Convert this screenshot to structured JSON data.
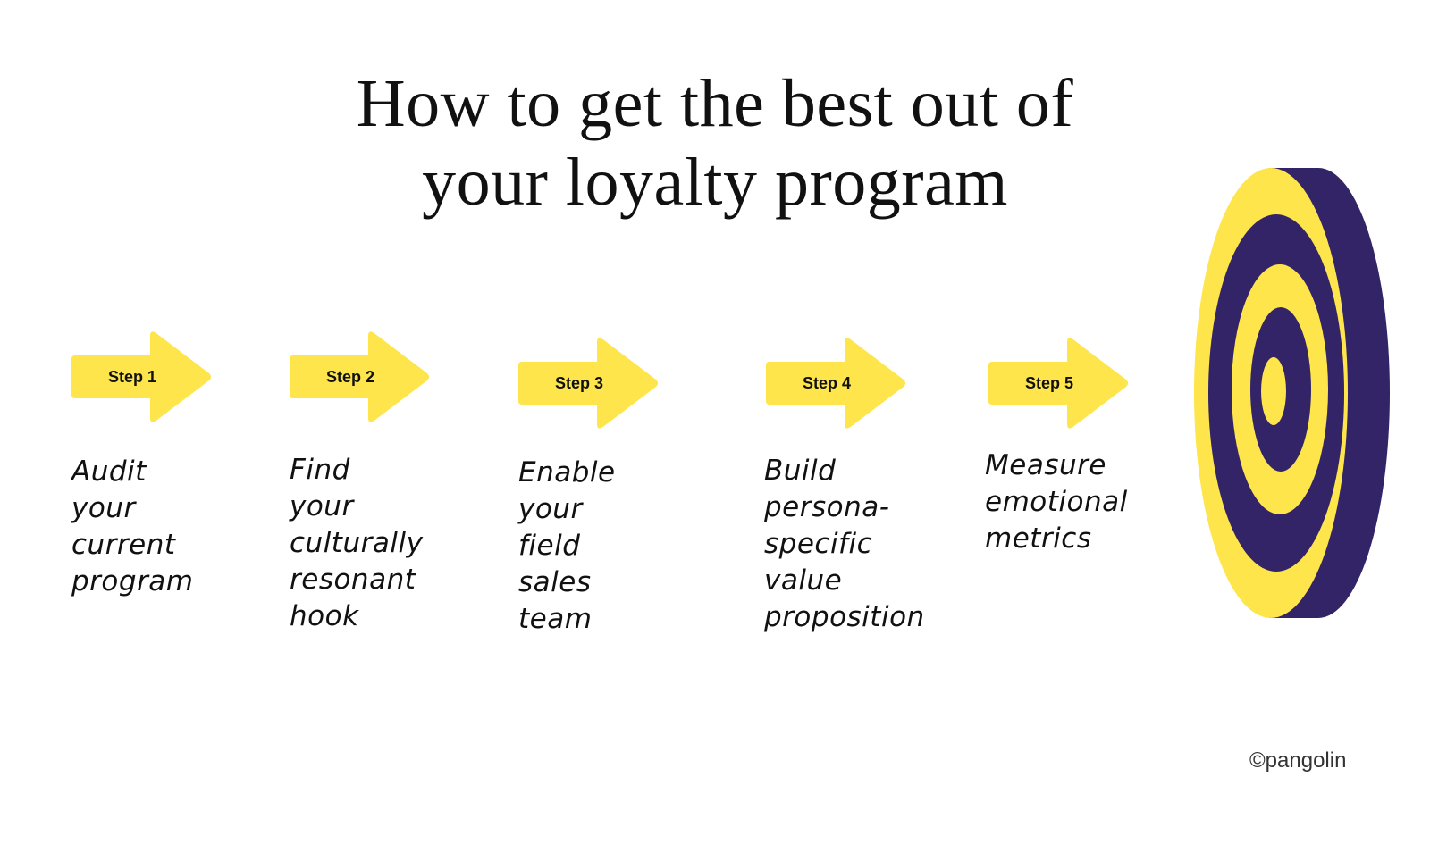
{
  "title": {
    "line1": "How to get the best out of",
    "line2": "your loyalty program"
  },
  "colors": {
    "arrow_yellow": "#FDE54B",
    "target_navy": "#322467",
    "target_yellow": "#FDE54B",
    "text": "#111111"
  },
  "steps": [
    {
      "label": "Step 1",
      "description": "Audit your\ncurrent\nprogram"
    },
    {
      "label": "Step 2",
      "description": "Find your\nculturally\nresonant\nhook"
    },
    {
      "label": "Step 3",
      "description": "Enable your\nfield sales\nteam"
    },
    {
      "label": "Step 4",
      "description": "Build\npersona-\nspecific\nvalue\nproposition"
    },
    {
      "label": "Step 5",
      "description": "Measure\nemotional\nmetrics"
    }
  ],
  "target": {
    "icon": "target-bullseye-icon"
  },
  "credit": "©pangolin"
}
